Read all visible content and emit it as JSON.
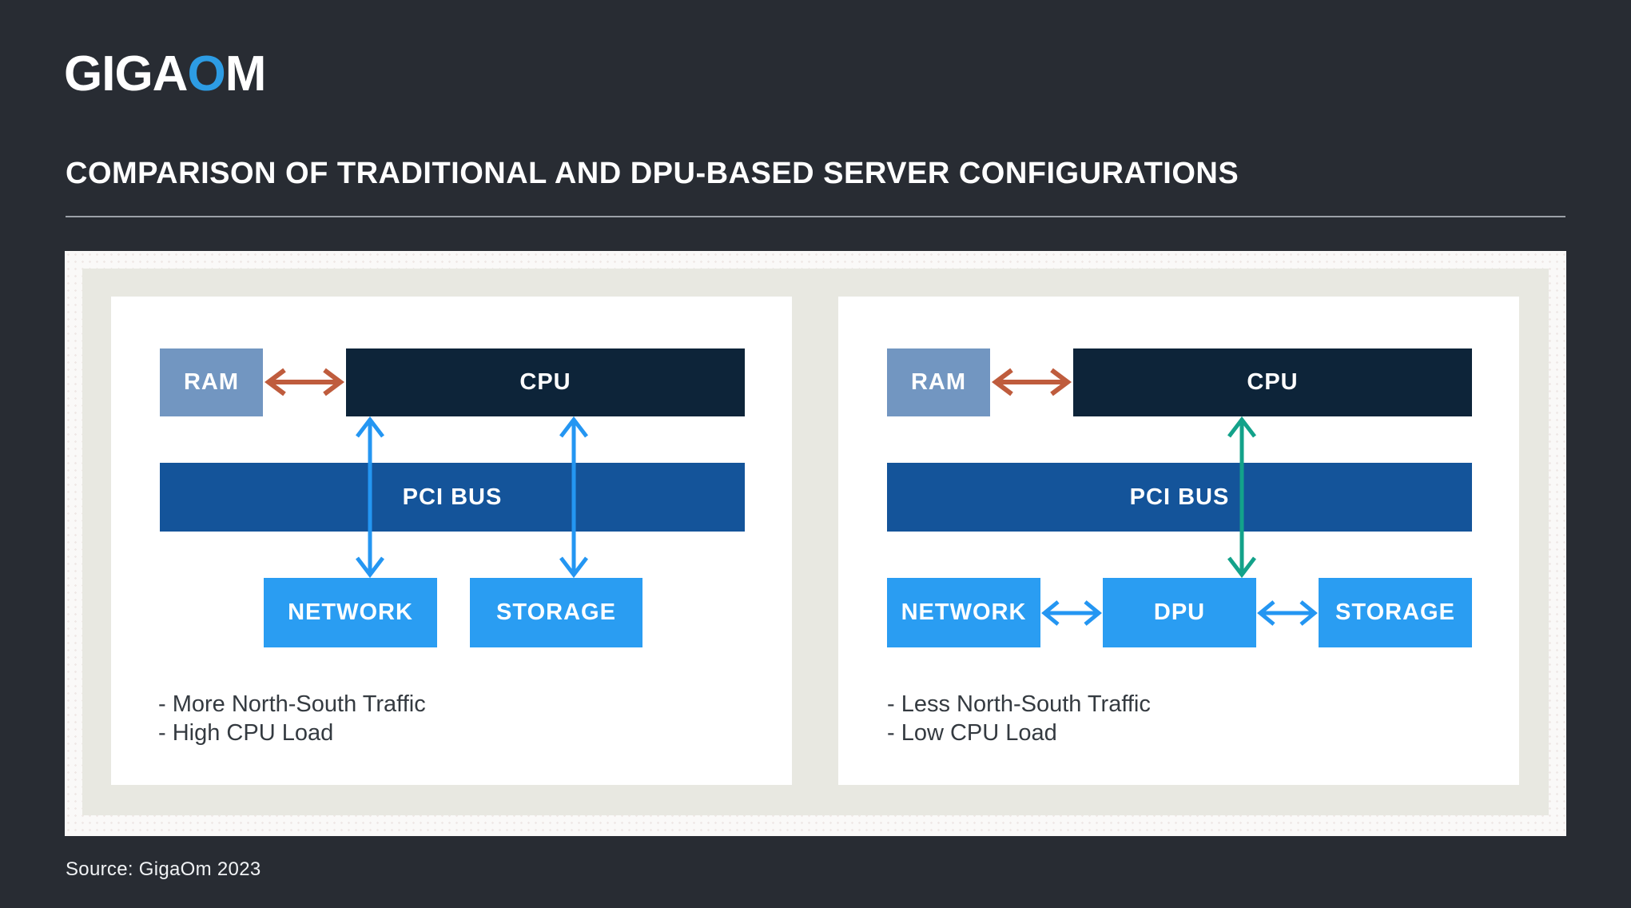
{
  "logo": {
    "prefix": "GIGA",
    "accent": "O",
    "suffix": "M"
  },
  "title": "COMPARISON OF TRADITIONAL AND DPU-BASED SERVER CONFIGURATIONS",
  "source": "Source: GigaOm 2023",
  "colors": {
    "background": "#282C33",
    "logo_accent_blue": "#2D9CE4",
    "panel_beige": "#E8E8E1",
    "box_bright_blue": "#2A9DF2",
    "pci_bus_blue": "#14549A",
    "cpu_navy": "#0D2439",
    "ram_steel_blue": "#7296C1",
    "arrow_orange": "#BF5C3D",
    "arrow_blue": "#2496F2",
    "arrow_green": "#13A28A",
    "note_text": "#343A40",
    "divider_gray": "#9CA1A8"
  },
  "cards": [
    {
      "id": "traditional",
      "ram": "RAM",
      "cpu": "CPU",
      "bus": "PCI BUS",
      "network": "NETWORK",
      "storage": "STORAGE",
      "notes": [
        "- More North-South Traffic",
        "- High CPU Load"
      ]
    },
    {
      "id": "dpu-based",
      "ram": "RAM",
      "cpu": "CPU",
      "bus": "PCI BUS",
      "network": "NETWORK",
      "dpu": "DPU",
      "storage": "STORAGE",
      "notes": [
        "- Less North-South Traffic",
        "- Low CPU Load"
      ]
    }
  ]
}
